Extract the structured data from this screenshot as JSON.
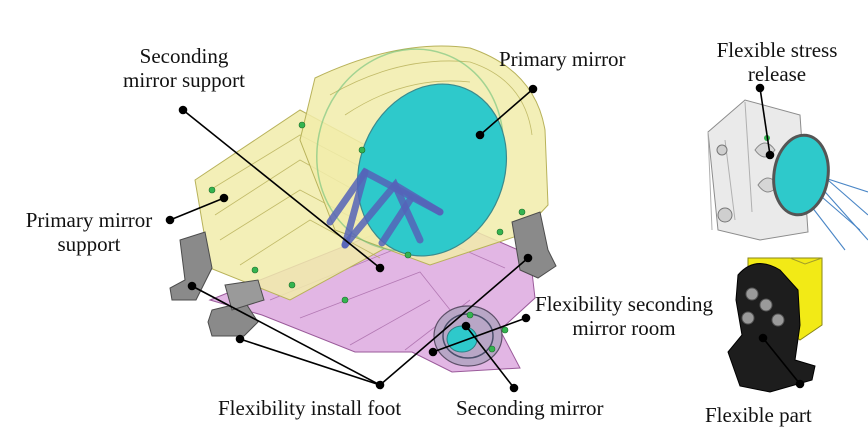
{
  "labels": {
    "seconding_mirror_support": [
      "Seconding",
      "mirror support"
    ],
    "primary_mirror": "Primary mirror",
    "flexible_stress_release": [
      "Flexible stress",
      "release"
    ],
    "primary_mirror_support": [
      "Primary mirror",
      "support"
    ],
    "flexibility_seconding_mirror_room": [
      "Flexibility seconding",
      "mirror room"
    ],
    "flexibility_install_foot": "Flexibility install foot",
    "seconding_mirror": "Seconding mirror",
    "flexible_part": "Flexible part"
  },
  "colors": {
    "yellow_frame": "#f1ecaa",
    "magenta_frame": "#d79ad9",
    "mirror_cyan": "#2ec9cb",
    "strut_blue": "#5563b8",
    "green_bolts": "#34b450",
    "gray_foot": "#8a8a8a",
    "yellow_block": "#f2ea16",
    "black_part": "#1d1d1d",
    "leader_line": "#000000"
  }
}
